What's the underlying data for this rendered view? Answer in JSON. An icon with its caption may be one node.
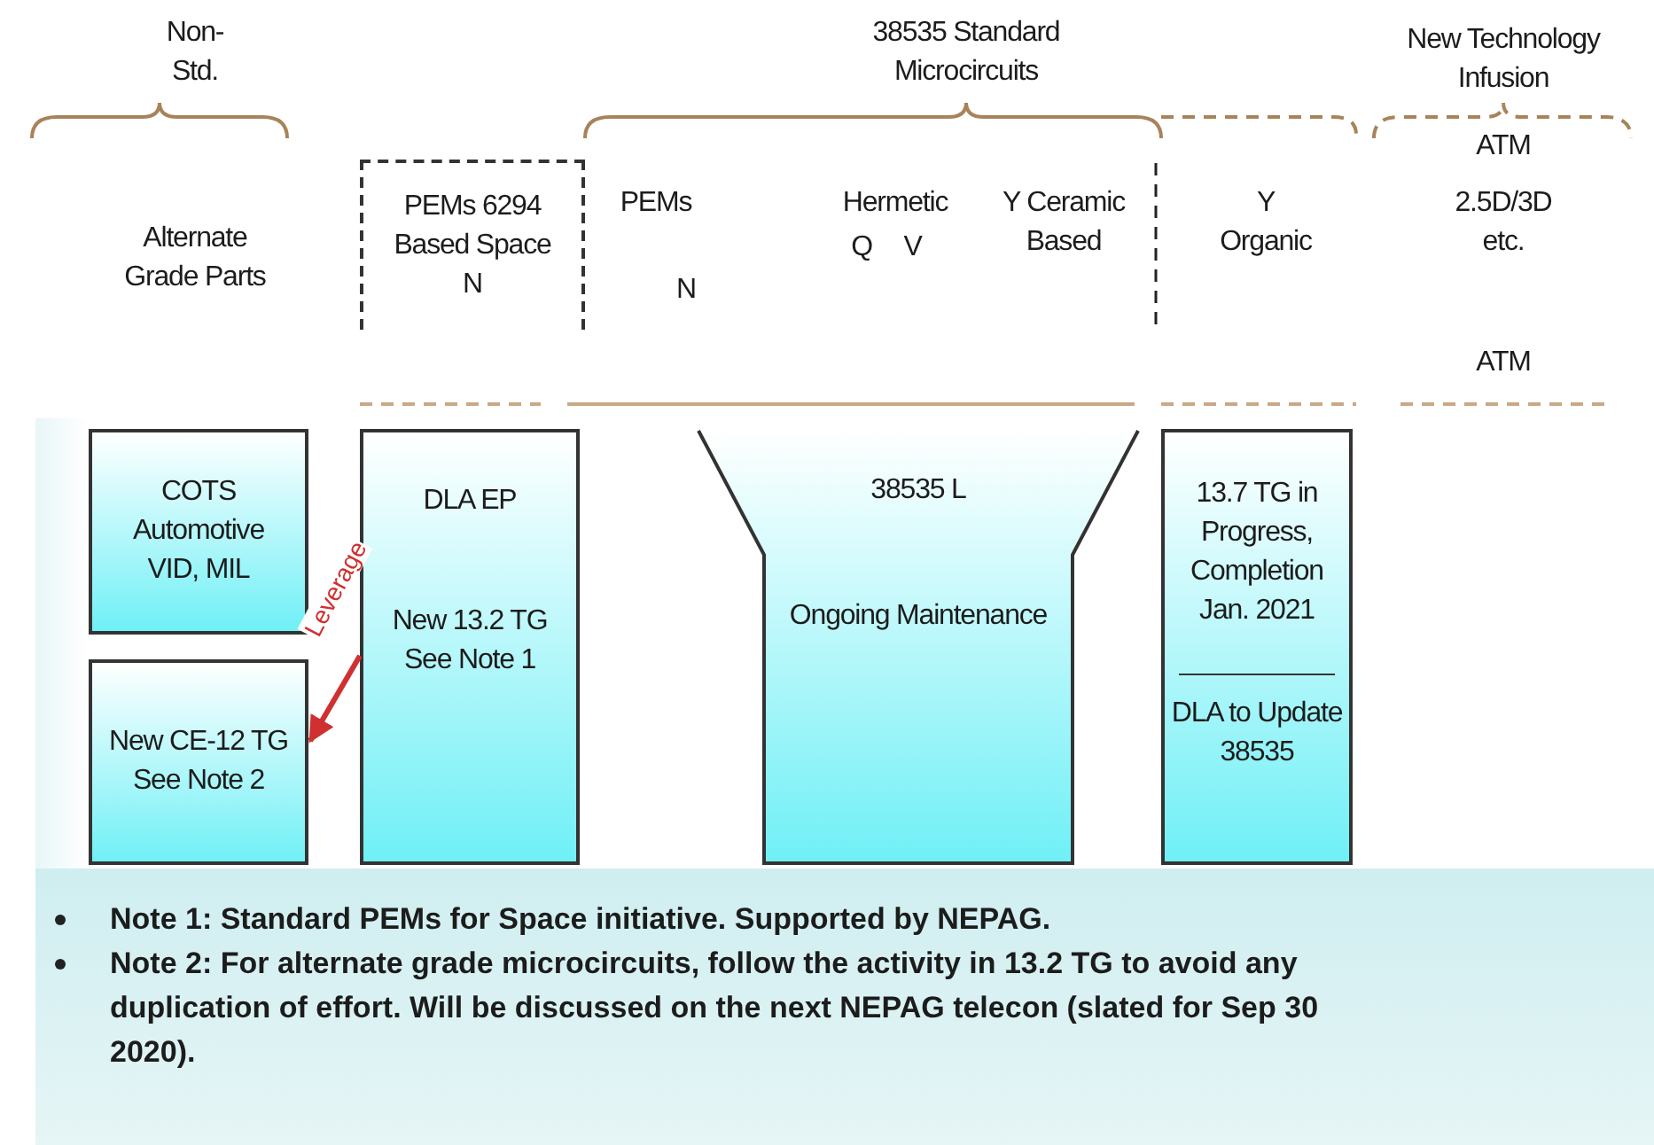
{
  "diagram": {
    "nodes": [
      {
        "text": [
          "COTS Automotive VID, MIL"
        ]
      },
      {
        "text": [
          "New CE-12 TG See Note 2"
        ]
      },
      {
        "text": [
          "DLA EP",
          "New 13.2 TG See Note 1"
        ]
      },
      {
        "text": [
          "38535 L",
          "Ongoing Maintenance"
        ]
      },
      {
        "text": [
          "13.7 TG in Progress, Completion Jan. 2021",
          "DLA to Update 38535"
        ]
      },
      {
        "text": [
          "PEMs 6294 Based Space N"
        ]
      }
    ],
    "edges": [
      {
        "from": 2,
        "to": 1,
        "arrow": "to",
        "label": "Leverage",
        "color": "#d03030"
      }
    ],
    "labels": [
      "Non- Std.",
      "38535 Standard Microcircuits",
      "New Technology Infusion",
      "ATM",
      "Alternate Grade Parts",
      "PEMs",
      "Hermetic",
      "Y Ceramic Based",
      "Q V",
      "Y Organic",
      "2.5D/3D etc.",
      "N",
      "ATM",
      "Note 1: Standard PEMs for Space initiative. Supported by NEPAG.",
      "Note 2: For alternate grade microcircuits, follow the activity in 13.2 TG to avoid any duplication of effort. Will be discussed on the next NEPAG telecon (slated for Sep 30 2020)."
    ]
  }
}
